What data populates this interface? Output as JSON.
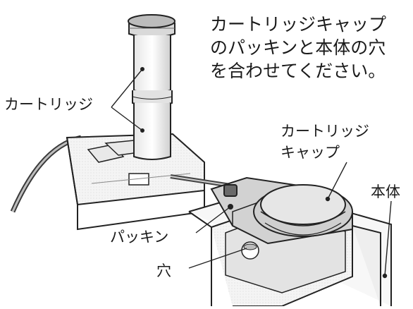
{
  "instruction": {
    "lines": [
      "カートリッジキャップ",
      "のパッキンと本体の穴",
      "を合わせてください。"
    ]
  },
  "labels": {
    "cartridge": "カートリッジ",
    "cartridge_cap_line1": "カートリッジ",
    "cartridge_cap_line2": "キャップ",
    "body": "本体",
    "packing": "パッキン",
    "hole": "穴"
  },
  "colors": {
    "ink": "#1a1a1a",
    "line": "#222222",
    "shade": "#9a9a9a",
    "light_shade": "#d6d6d6",
    "background": "#ffffff"
  }
}
